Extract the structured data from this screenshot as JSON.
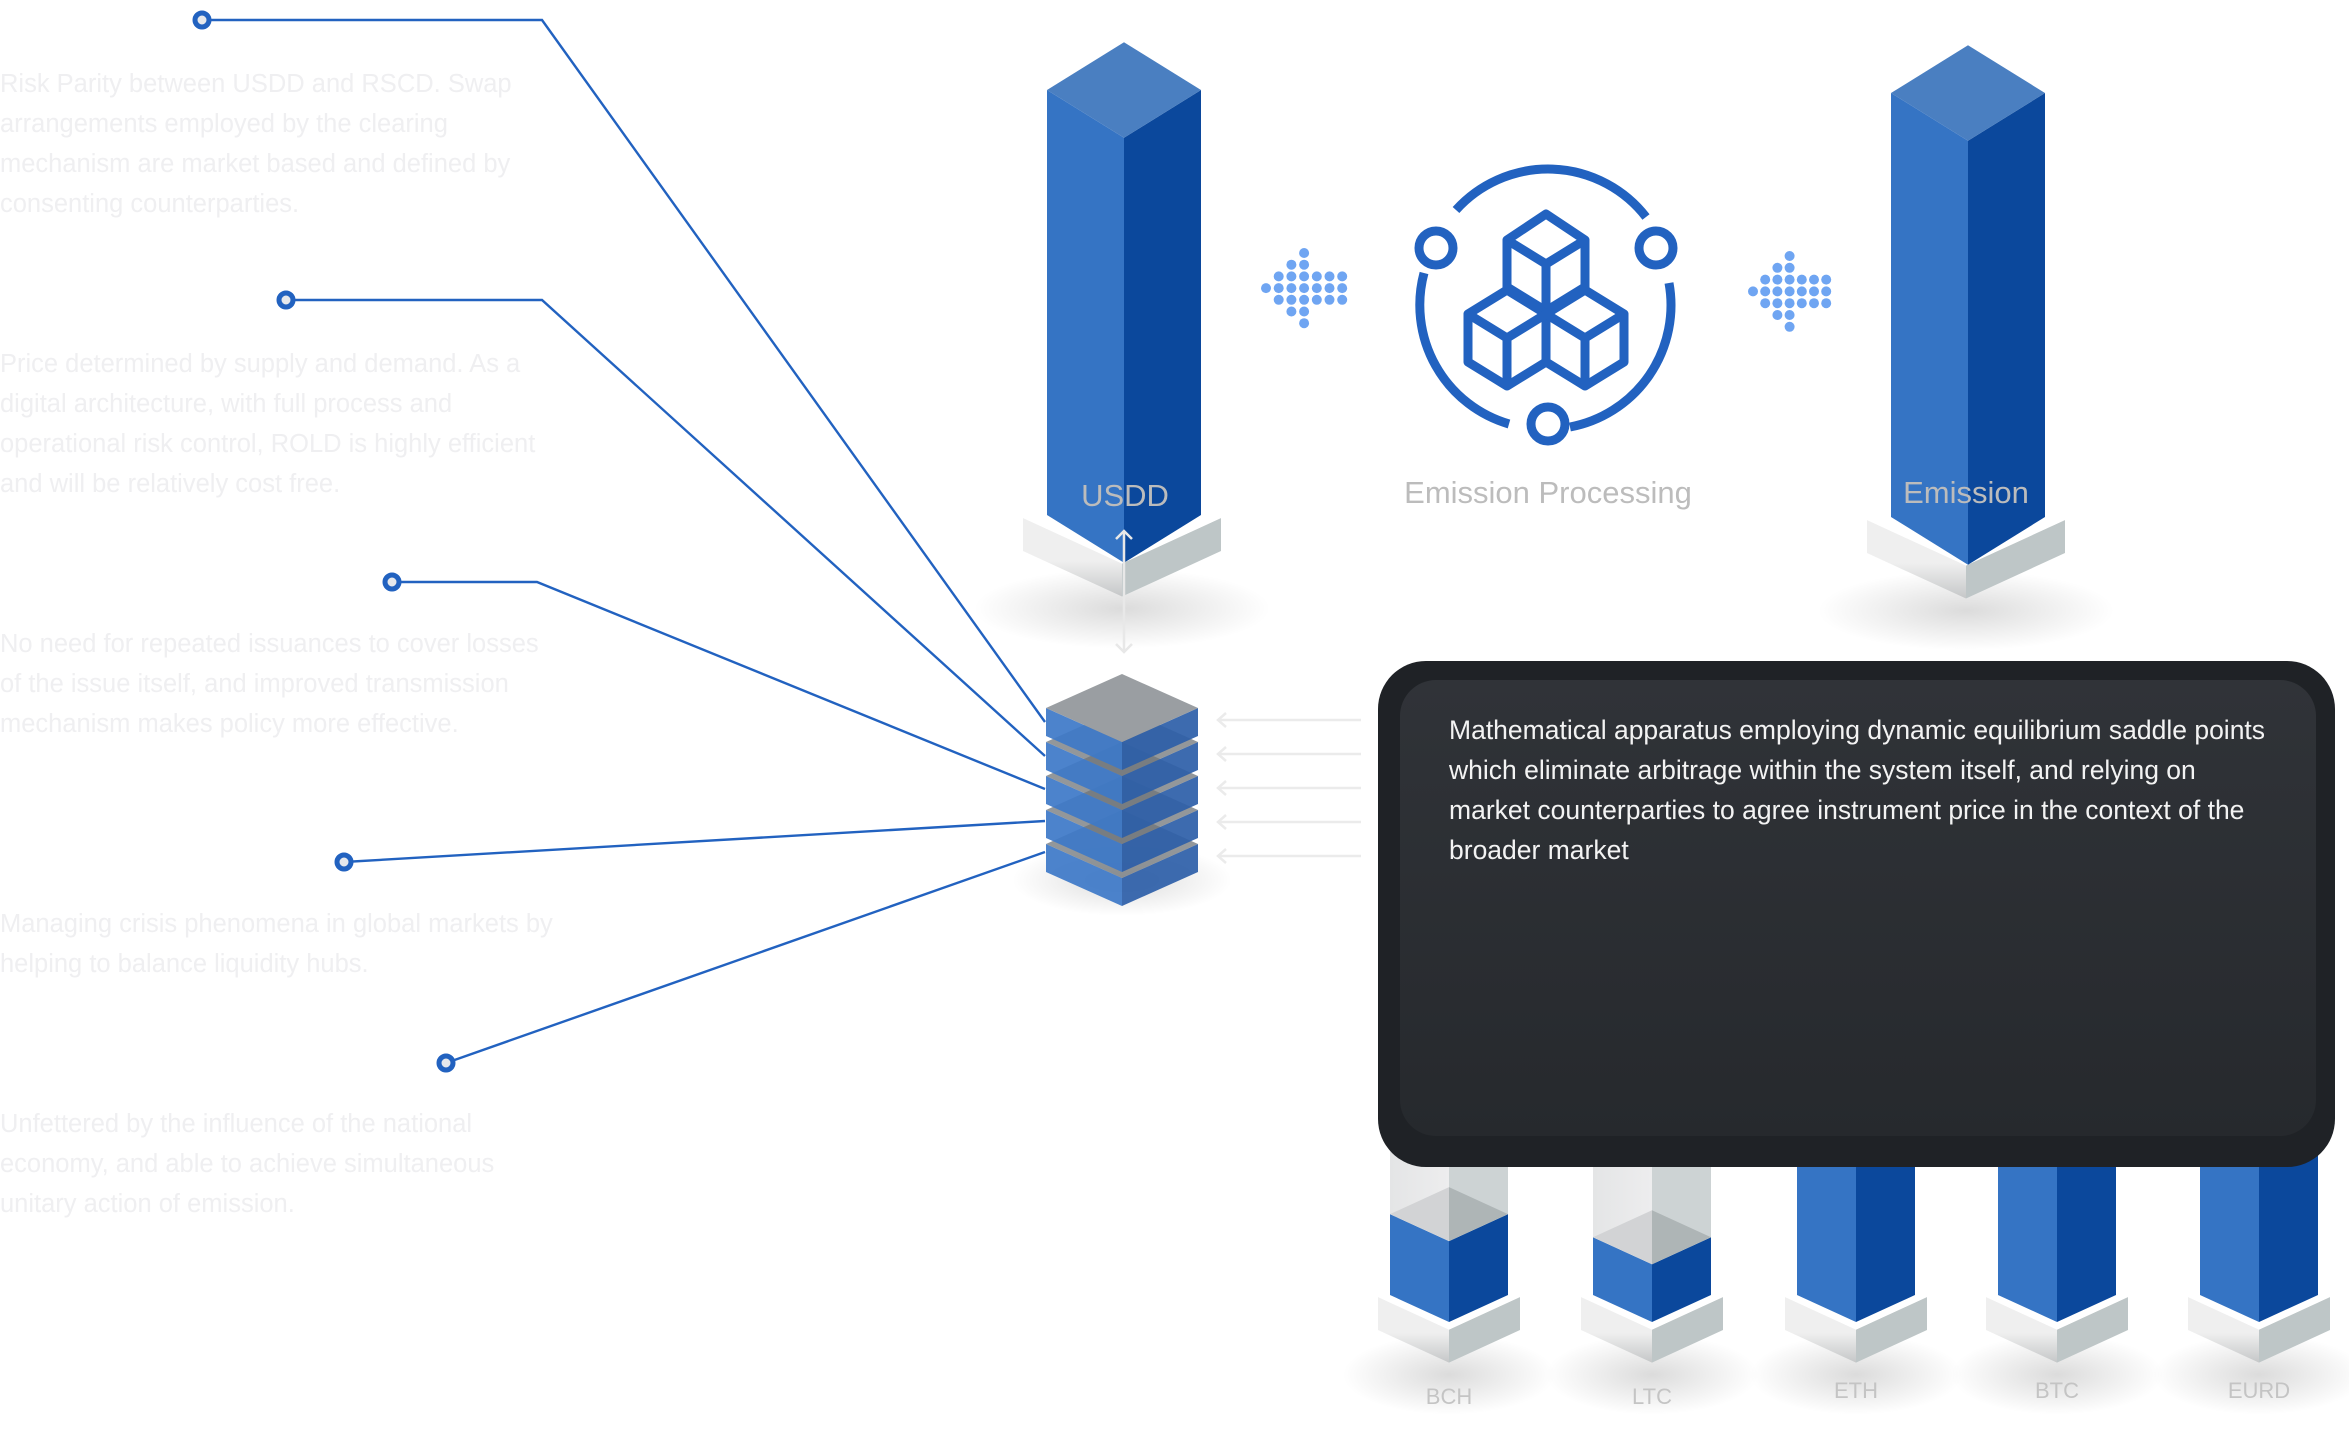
{
  "features": [
    {
      "text": "Risk Parity between USDD and RSCD. Swap arrangements employed by the clearing mechanism are market based and defined by consenting counterparties."
    },
    {
      "text": "Price determined by supply and demand. As a digital architecture, with full process and operational risk control, ROLD is highly efficient and will be relatively cost free."
    },
    {
      "text": "No need for repeated issuances to cover losses of the issue itself, and improved transmission mechanism makes policy more effective."
    },
    {
      "text": "Managing crisis phenomena in global markets by helping to balance liquidity hubs."
    },
    {
      "text": "Unfettered by the influence of the national economy, and able to achieve simultaneous unitary action of emission."
    }
  ],
  "top_nodes": {
    "usdd_label": "USDD",
    "processing_label": "Emission Processing",
    "emission_label": "Emission",
    "processing_icon": "blockchain-cubes-icon",
    "flow_arrow_icon": "dotted-arrow-left-icon"
  },
  "info_box": {
    "text": "Mathematical apparatus employing dynamic equilibrium saddle points which eliminate arbitrage within the system itself, and relying on market counterparties to agree instrument price in the context of the broader market"
  },
  "stack": {
    "layers": 5,
    "icon": "layered-stack-icon"
  },
  "coins": [
    {
      "label": "BCH",
      "fill": 0.35
    },
    {
      "label": "LTC",
      "fill": 0.25
    },
    {
      "label": "ETH",
      "fill": 0.75
    },
    {
      "label": "BTC",
      "fill": 0.69
    },
    {
      "label": "EURD",
      "fill": 0.69
    }
  ],
  "colors": {
    "accent": "#2262c0",
    "pillar_left": "#3574c4",
    "pillar_right": "#0b489c",
    "pillar_top": "#4a7fc1",
    "dots": "#6fa5f2",
    "box_bg": "#1f2226",
    "label_gray": "#bcbcbc",
    "feature_text": "#efeff1"
  }
}
